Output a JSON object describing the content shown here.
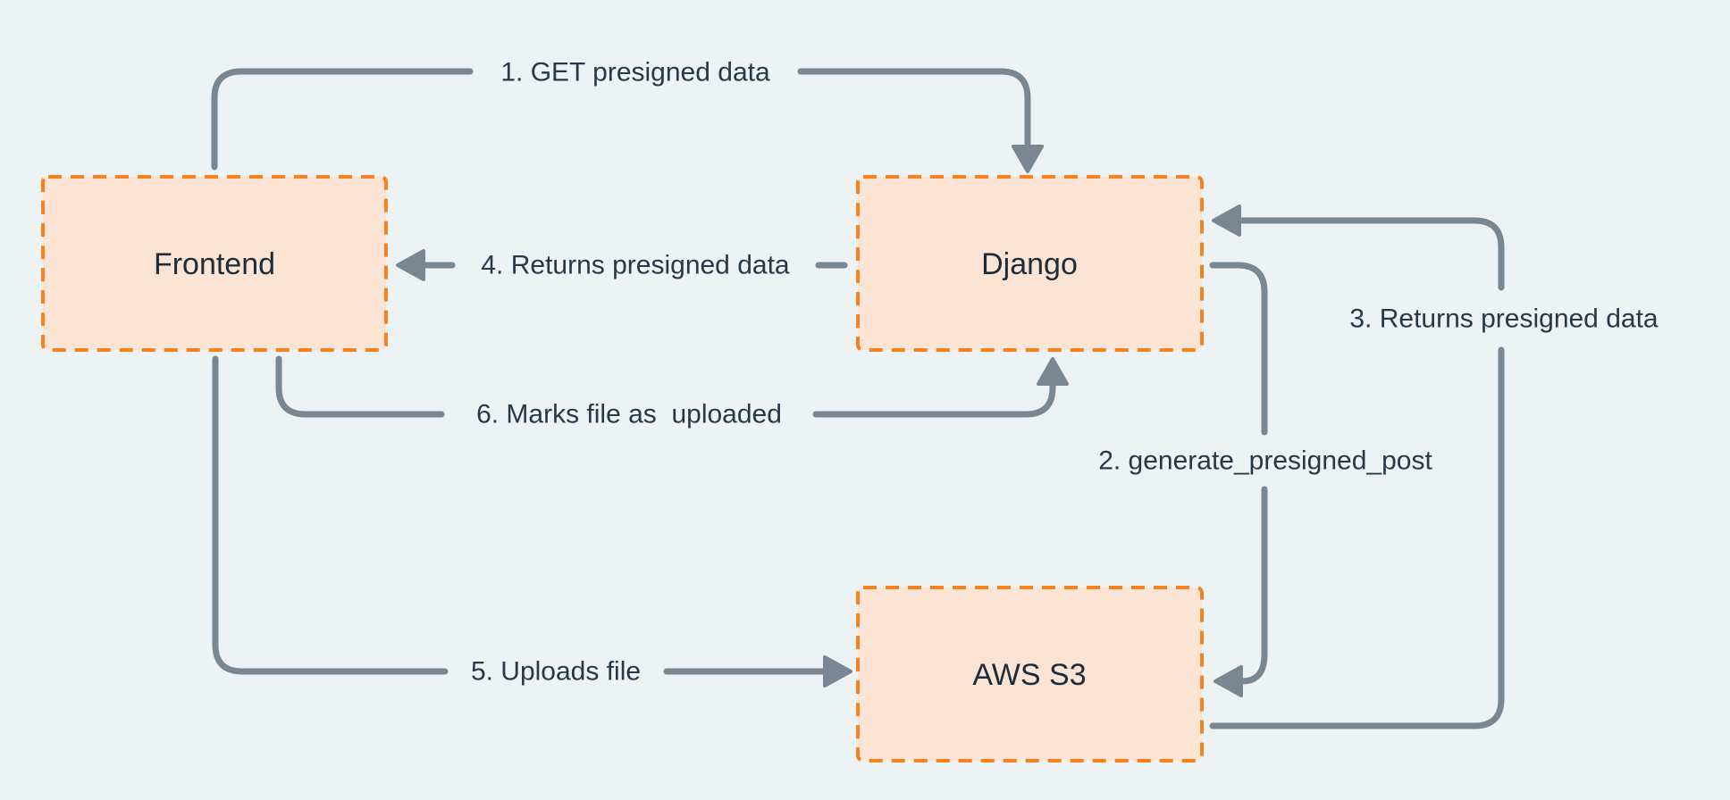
{
  "diagram": {
    "description": "Presigned upload flow between Frontend, Django and AWS S3",
    "nodes": [
      {
        "id": "frontend",
        "label": "Frontend"
      },
      {
        "id": "django",
        "label": "Django"
      },
      {
        "id": "aws_s3",
        "label": "AWS S3"
      }
    ],
    "edges": [
      {
        "step": "1",
        "label": "1. GET presigned data",
        "from": "Frontend",
        "to": "Django"
      },
      {
        "step": "2",
        "label": "2. generate_presigned_post",
        "from": "Django",
        "to": "AWS S3"
      },
      {
        "step": "3",
        "label": "3. Returns presigned data",
        "from": "AWS S3",
        "to": "Django"
      },
      {
        "step": "4",
        "label": "4. Returns presigned data",
        "from": "Django",
        "to": "Frontend"
      },
      {
        "step": "5",
        "label": "5. Uploads file",
        "from": "Frontend",
        "to": "AWS S3"
      },
      {
        "step": "6",
        "label": "6. Marks file as  uploaded",
        "from": "Frontend",
        "to": "Django"
      }
    ],
    "colors": {
      "background": "#edf2f5",
      "node_fill": "#fce4d4",
      "node_border": "#f5821f",
      "arrow": "#788792",
      "label_text": "#26394a",
      "node_text": "#1d2c3a"
    }
  }
}
